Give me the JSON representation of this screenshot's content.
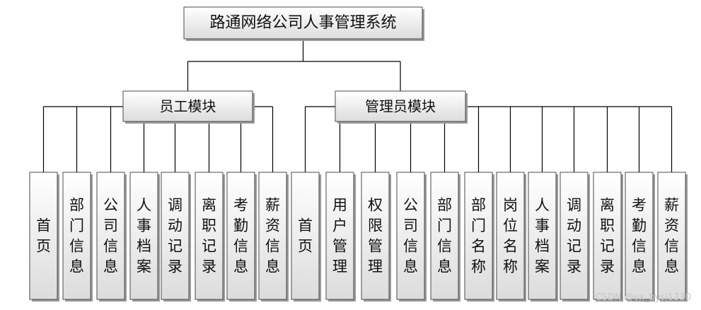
{
  "root": "路通网络公司人事管理系统",
  "modules": [
    {
      "name": "员工模块",
      "children": [
        "首页",
        "部门信息",
        "公司信息",
        "人事档案",
        "调动记录",
        "离职记录",
        "考勤信息",
        "薪资信息"
      ]
    },
    {
      "name": "管理员模块",
      "children": [
        "首页",
        "用户管理",
        "权限管理",
        "公司信息",
        "部门信息",
        "部门名称",
        "岗位名称",
        "人事档案",
        "调动记录",
        "离职记录",
        "考勤信息",
        "薪资信息"
      ]
    }
  ],
  "watermark": "CSDN @vx_bysj1330"
}
